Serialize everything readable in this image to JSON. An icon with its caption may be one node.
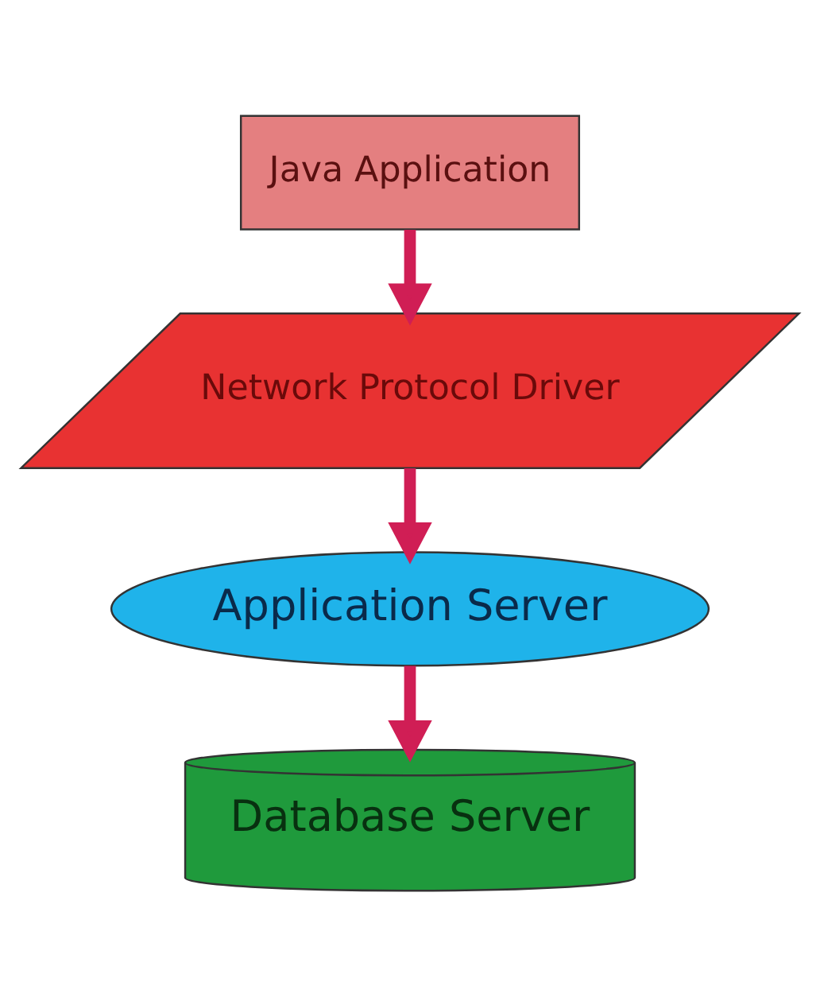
{
  "diagram": {
    "nodes": [
      {
        "text": [
          "Java Application"
        ]
      },
      {
        "text": [
          "Network Protocol Driver"
        ]
      },
      {
        "text": [
          "Application Server"
        ]
      },
      {
        "text": [
          "Database Server"
        ]
      }
    ],
    "edges": [
      {
        "from": 0,
        "to": 1,
        "arrow": "to"
      },
      {
        "from": 1,
        "to": 2,
        "arrow": "to"
      },
      {
        "from": 2,
        "to": 3,
        "arrow": "to"
      }
    ]
  }
}
